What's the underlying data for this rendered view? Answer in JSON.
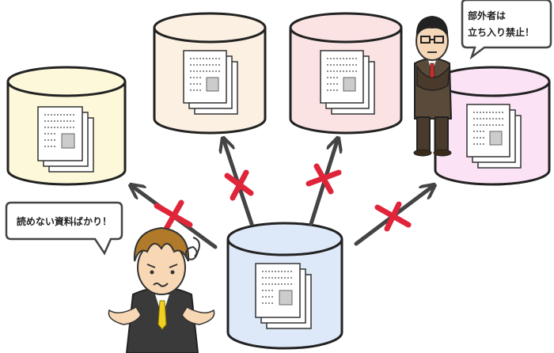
{
  "bubbles": {
    "left_text": "読めない資料ばかり！",
    "right_line1": "部外者は",
    "right_line2": "立ち入り禁止！"
  },
  "colors": {
    "db_yellow": "#fdf8da",
    "db_peach": "#fcf0e2",
    "db_pink": "#fbe3e4",
    "db_lilac": "#fbe3f5",
    "db_blue": "#dde8f9",
    "arrow": "#444444",
    "cross": "#e0243a"
  },
  "icons": [
    "database-icon",
    "document-stack-icon",
    "arrow-icon",
    "cross-mark-icon",
    "confused-man-icon",
    "guard-man-icon",
    "speech-bubble-icon"
  ]
}
